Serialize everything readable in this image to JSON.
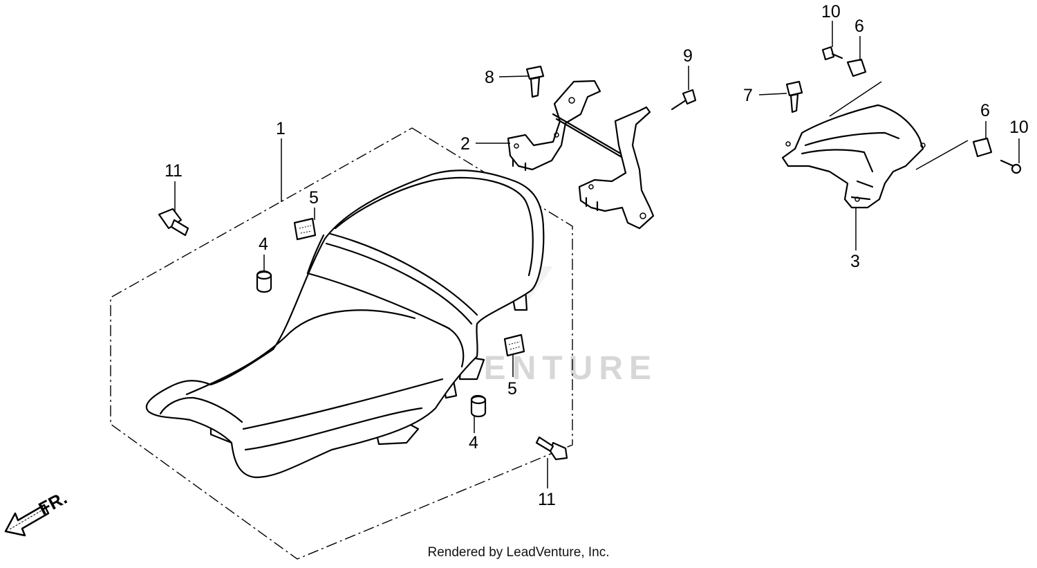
{
  "callouts": {
    "c1": "1",
    "c2": "2",
    "c3": "3",
    "c4a": "4",
    "c4b": "4",
    "c5a": "5",
    "c5b": "5",
    "c6a": "6",
    "c6b": "6",
    "c7": "7",
    "c8": "8",
    "c9": "9",
    "c10a": "10",
    "c10b": "10",
    "c11a": "11",
    "c11b": "11"
  },
  "direction_label": "FR.",
  "watermark": "LEADVENTURE",
  "footer": "Rendered by LeadVenture, Inc.",
  "colors": {
    "line": "#000000",
    "watermark": "#d7d7d7",
    "background": "#ffffff"
  }
}
